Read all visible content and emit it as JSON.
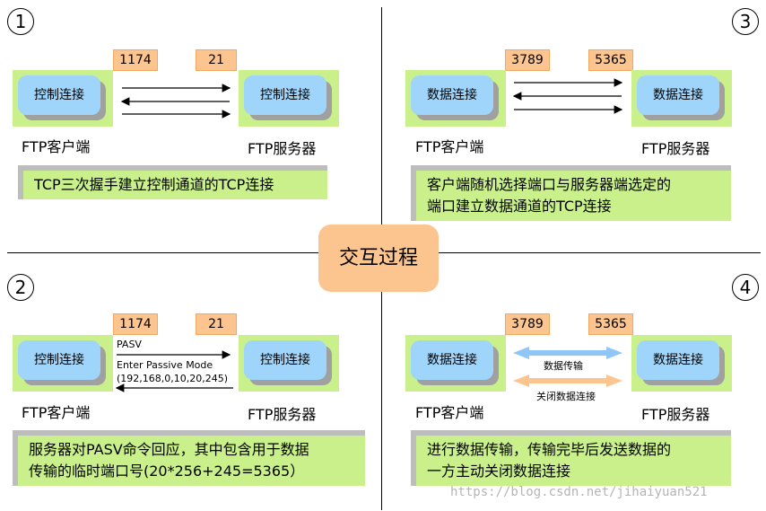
{
  "center_title": "交互过程",
  "panels": [
    {
      "number": "1",
      "port_client": "1174",
      "port_server": "21",
      "client_node": "控制连接",
      "server_node": "控制连接",
      "client_label": "FTP客户端",
      "server_label": "FTP服务器",
      "note": [
        "TCP三次握手建立控制通道的TCP连接"
      ]
    },
    {
      "number": "2",
      "port_client": "1174",
      "port_server": "21",
      "client_node": "控制连接",
      "server_node": "控制连接",
      "client_label": "FTP客户端",
      "server_label": "FTP服务器",
      "msg1": "PASV",
      "msg2": "Enter Passive Mode",
      "msg3": "(192,168,0,10,20,245)",
      "note": [
        "服务器对PASV命令回应，其中包含用于数据",
        "传输的临时端口号(20*256+245=5365）"
      ]
    },
    {
      "number": "3",
      "port_client": "3789",
      "port_server": "5365",
      "client_node": "数据连接",
      "server_node": "数据连接",
      "client_label": "FTP客户端",
      "server_label": "FTP服务器",
      "note": [
        "客户端随机选择端口与服务器端选定的",
        "端口建立数据通道的TCP连接"
      ]
    },
    {
      "number": "4",
      "port_client": "3789",
      "port_server": "5365",
      "client_node": "数据连接",
      "server_node": "数据连接",
      "client_label": "FTP客户端",
      "server_label": "FTP服务器",
      "arrow1": "数据传输",
      "arrow2": "关闭数据连接",
      "note": [
        "进行数据传输，传输完毕后发送数据的",
        "一方主动关闭数据连接"
      ]
    }
  ],
  "watermark": "https://blog.csdn.net/jihaiyuan521",
  "colors": {
    "port": "#fcc58f",
    "host_bg": "#c9f08a",
    "node": "#9fd5fb",
    "blue_arrow": "#8ec6f8",
    "orange_arrow": "#fcc58f"
  }
}
